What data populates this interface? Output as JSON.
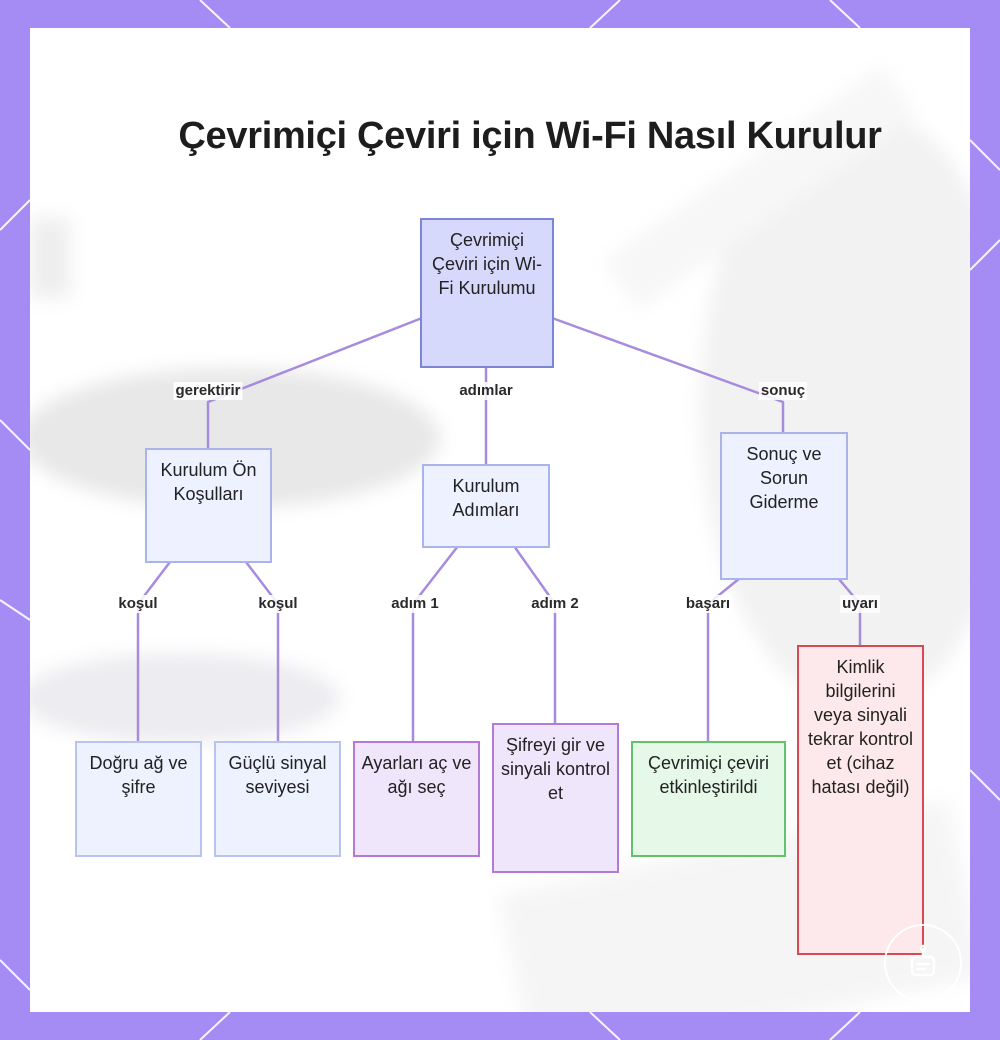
{
  "title": "Çevrimiçi Çeviri için Wi-Fi Nasıl Kurulur",
  "colors": {
    "frame": "#a48cf4",
    "edge": "#a78bde",
    "root_fill": "#d6d9fb",
    "blue_fill": "#eef1ff",
    "purple_fill": "#f0e6fc",
    "green_fill": "#e6f8e8",
    "red_fill": "#fde9ec"
  },
  "nodes": {
    "root": "Çevrimiçi Çeviri için Wi-Fi Kurulumu",
    "prereq": "Kurulum Ön Koşulları",
    "steps": "Kurulum Adımları",
    "result": "Sonuç ve Sorun Giderme",
    "correct_network": "Doğru ağ ve şifre",
    "strong_signal": "Güçlü sinyal seviyesi",
    "open_settings": "Ayarları aç ve ağı seç",
    "enter_password": "Şifreyi gir ve sinyali kontrol et",
    "success": "Çevrimiçi çeviri etkinleştirildi",
    "warning": "Kimlik bilgilerini veya sinyali tekrar kontrol et (cihaz hatası değil)"
  },
  "edge_labels": {
    "requires": "gerektirir",
    "steps": "adımlar",
    "result": "sonuç",
    "condition_1": "koşul",
    "condition_2": "koşul",
    "step_1": "adım 1",
    "step_2": "adım 2",
    "success": "başarı",
    "warning": "uyarı"
  },
  "icons": {
    "corner_badge": "translator-device-icon"
  }
}
